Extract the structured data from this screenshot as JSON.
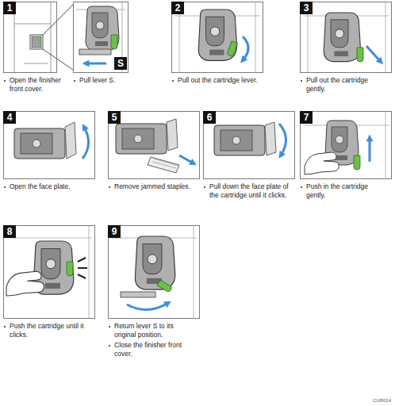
{
  "diagram": {
    "nodes": [
      {
        "text": [
          "Open the finisher front cover."
        ]
      },
      {
        "text": [
          "1"
        ],
        "in": 0
      },
      {
        "text": [
          "Pull lever S."
        ]
      },
      {
        "text": [
          "S"
        ],
        "in": 2
      },
      {
        "text": [
          "Pull out the cartridge lever."
        ]
      },
      {
        "text": [
          "2"
        ],
        "in": 4
      },
      {
        "text": [
          "Pull out the cartridge gently."
        ]
      },
      {
        "text": [
          "3"
        ],
        "in": 6
      },
      {
        "text": [
          "Open the face plate."
        ]
      },
      {
        "text": [
          "4"
        ],
        "in": 8
      },
      {
        "text": [
          "Remove jammed staples."
        ]
      },
      {
        "text": [
          "5"
        ],
        "in": 10
      },
      {
        "text": [
          "Pull down the face plate of the cartridge until it clicks."
        ]
      },
      {
        "text": [
          "6"
        ],
        "in": 12
      },
      {
        "text": [
          "Push in the cartridge gently."
        ]
      },
      {
        "text": [
          "7"
        ],
        "in": 14
      },
      {
        "text": [
          "Push the cartridge until it clicks."
        ]
      },
      {
        "text": [
          "8"
        ],
        "in": 16
      },
      {
        "text": [
          "Return lever S to its original position.",
          "Close the finisher front cover."
        ]
      },
      {
        "text": [
          "9"
        ],
        "in": 18
      }
    ],
    "labels": [
      "CUR014"
    ]
  }
}
